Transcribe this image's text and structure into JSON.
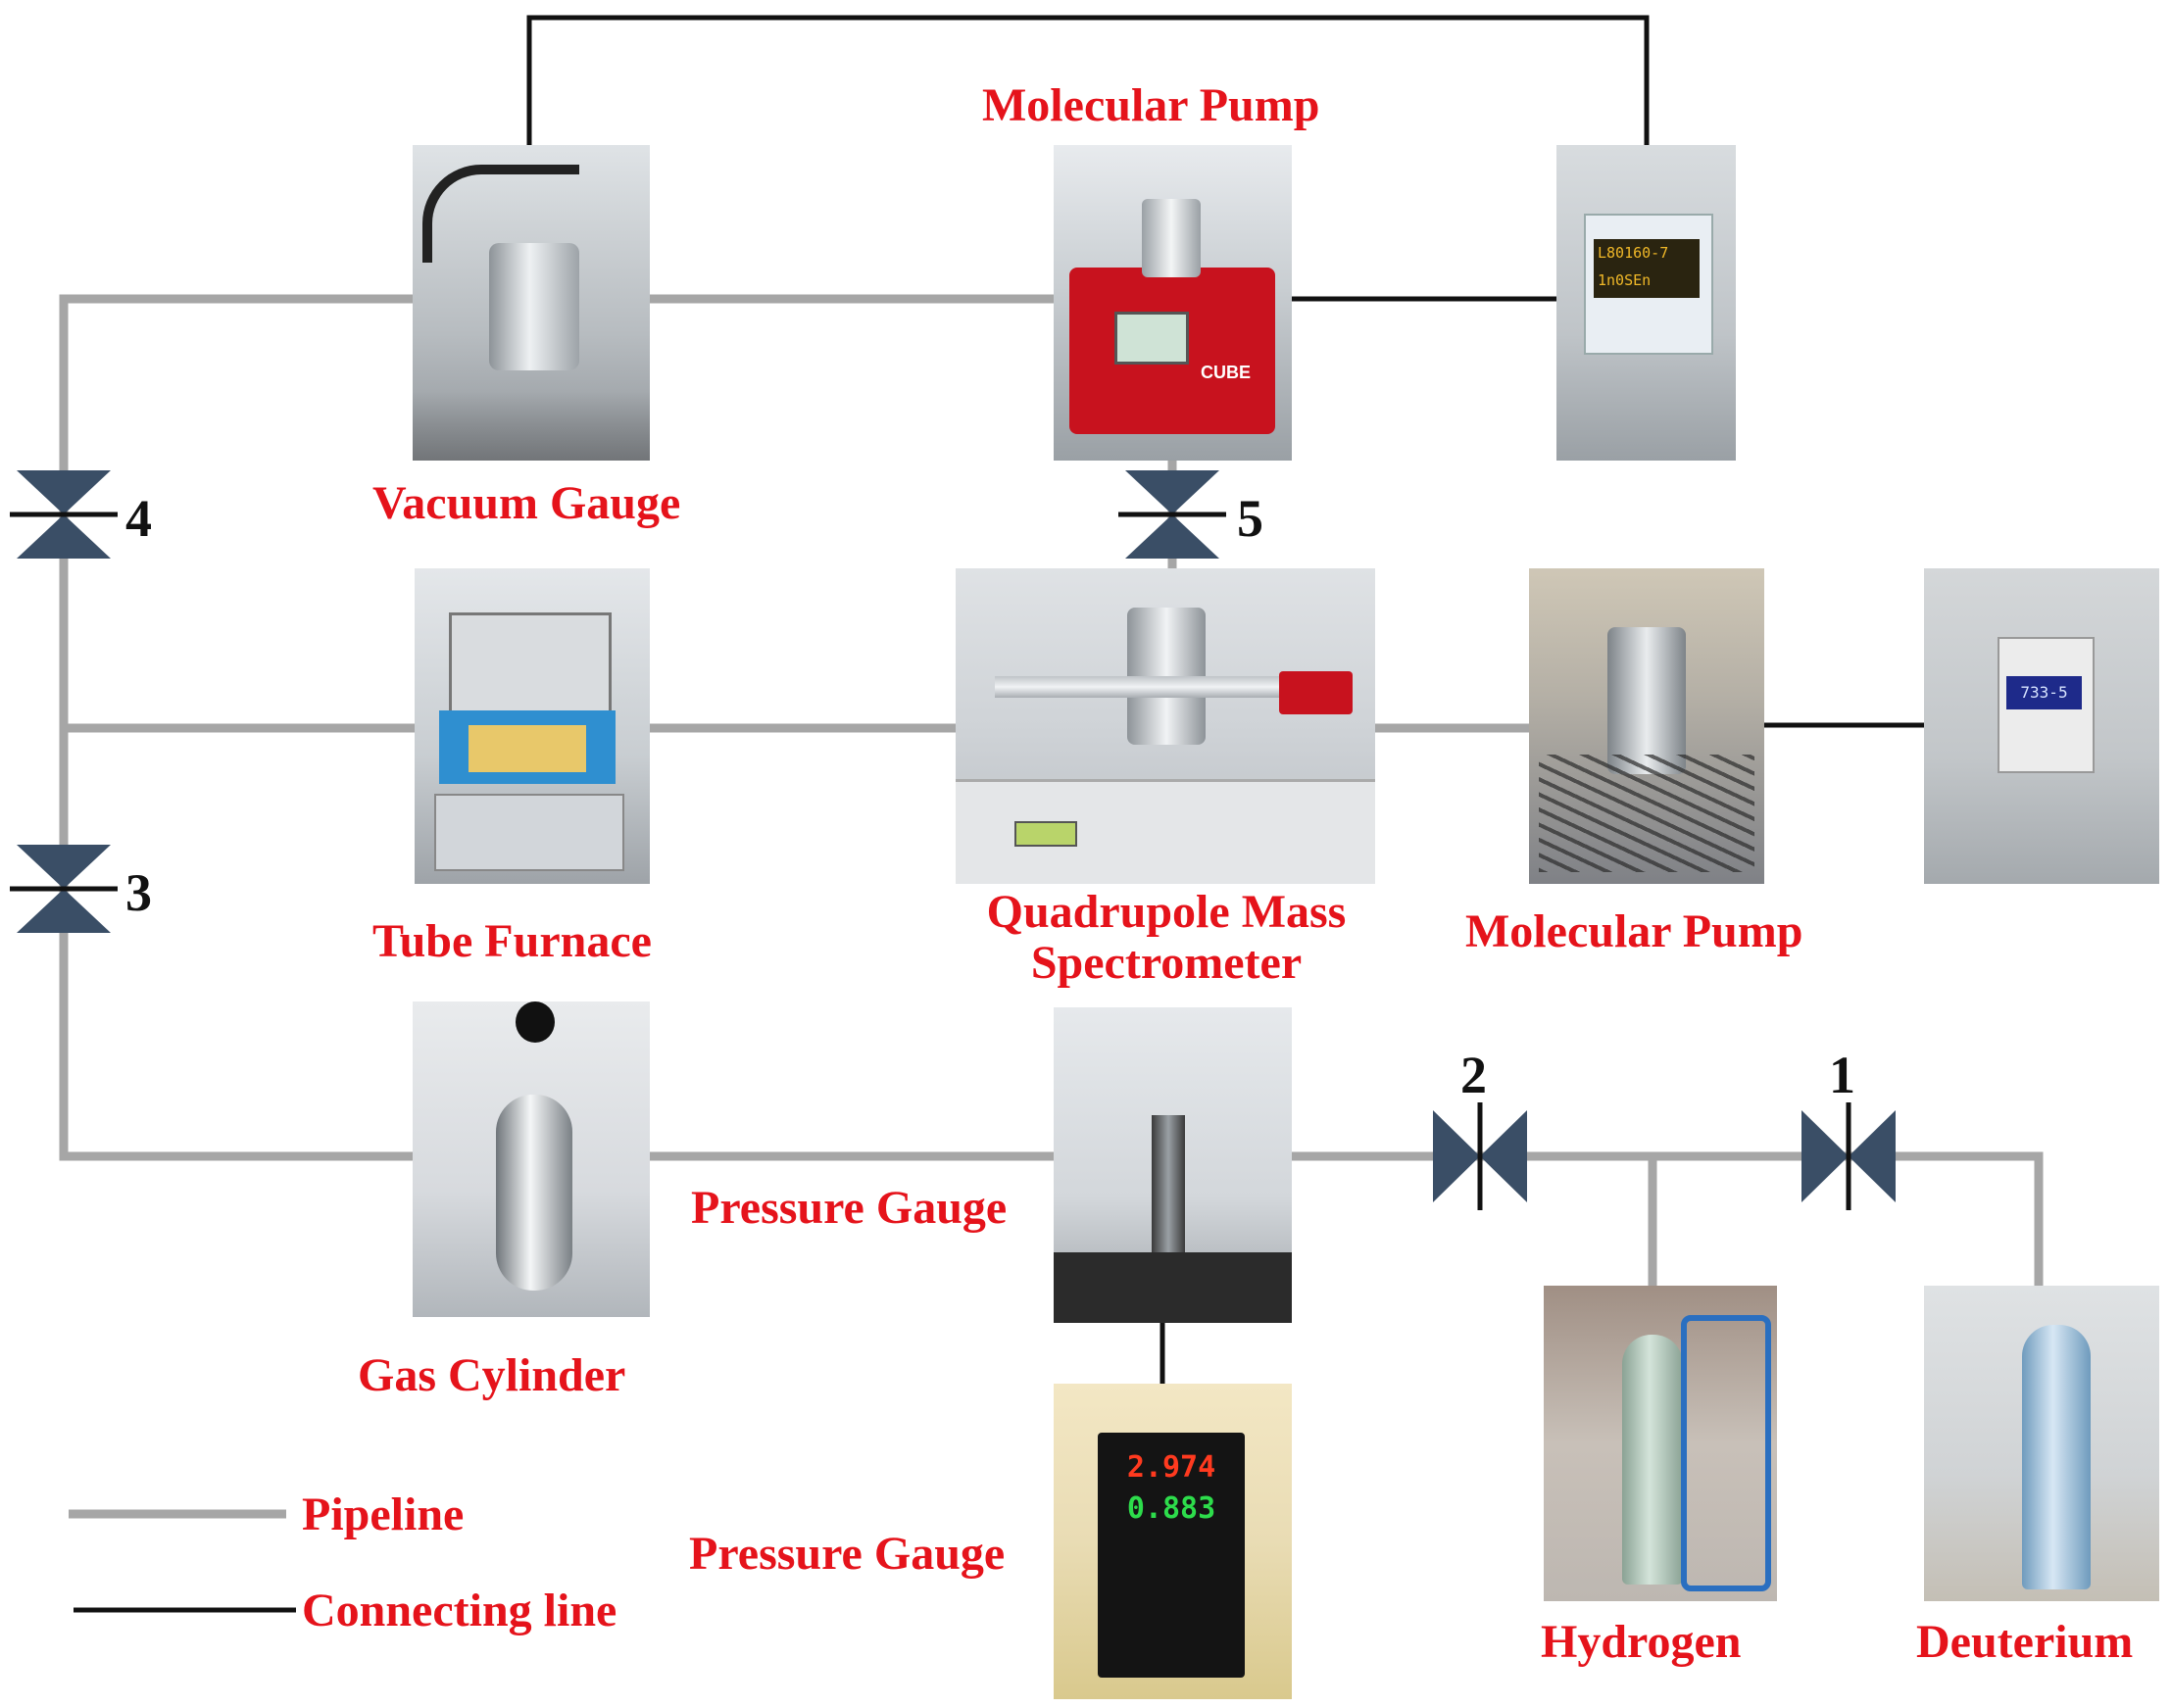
{
  "labels": {
    "molecular_pump_top": "Molecular Pump",
    "vacuum_gauge": "Vacuum Gauge",
    "tube_furnace": "Tube Furnace",
    "qms_line1": "Quadrupole Mass",
    "qms_line2": "Spectrometer",
    "molecular_pump_mid": "Molecular Pump",
    "gas_cylinder": "Gas Cylinder",
    "pressure_gauge_sensor": "Pressure Gauge",
    "pressure_gauge_display": "Pressure Gauge",
    "hydrogen": "Hydrogen",
    "deuterium": "Deuterium"
  },
  "valves": {
    "v1": "1",
    "v2": "2",
    "v3": "3",
    "v4": "4",
    "v5": "5"
  },
  "legend": {
    "pipeline": "Pipeline",
    "connecting_line": "Connecting line"
  },
  "colors": {
    "label": "#e5131b",
    "pipeline": "#a6a6a6",
    "connecting_line": "#111111",
    "valve": "#3a4e66"
  },
  "photos": {
    "cube_display": "CUBE",
    "controller_reading": "L80160-7",
    "controller_reading_2": "1n0SEn",
    "pfeiffer_reading": "733-5",
    "display_reading_1": "2.974",
    "display_reading_2": "0.883"
  }
}
